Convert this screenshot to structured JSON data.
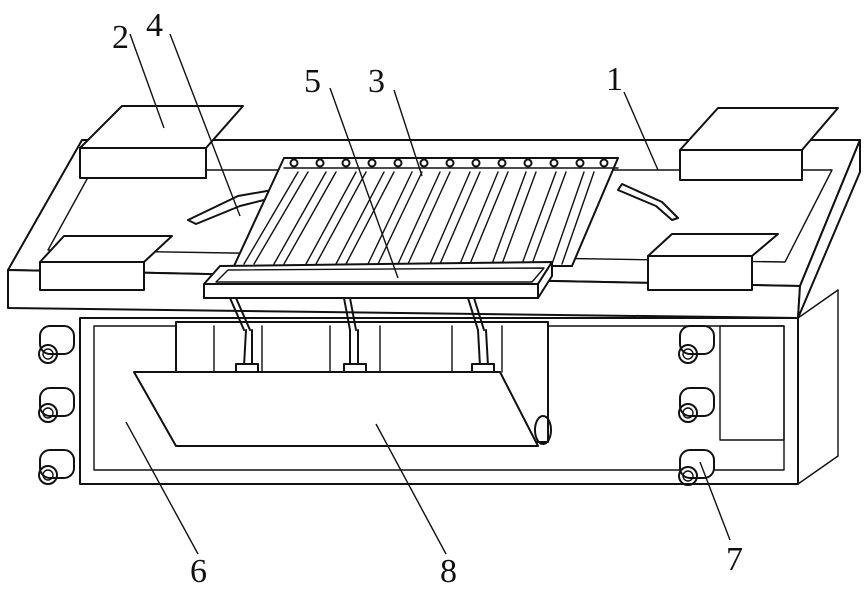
{
  "labels": {
    "l1": "1",
    "l2": "2",
    "l3": "3",
    "l4": "4",
    "l5": "5",
    "l6": "6",
    "l7": "7",
    "l8": "8"
  },
  "colors": {
    "stroke": "#111111",
    "background": "#ffffff"
  }
}
